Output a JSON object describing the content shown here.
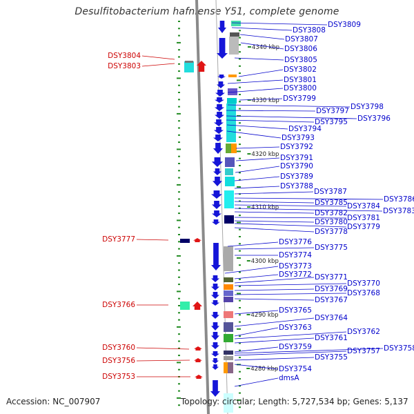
{
  "title": "Desulfitobacterium hafniense Y51, complete genome",
  "footer": {
    "accession": "Accession: NC_007907",
    "summary": "Topology: circular; Length: 5,727,534 bp; Genes: 5,137"
  },
  "colors": {
    "forward_gene": "#1515d8",
    "reverse_gene": "#e01515",
    "forward_label": "#0000cc",
    "reverse_label": "#cc0000",
    "axis": "#8a8a8a",
    "tick": "#228b22"
  },
  "scale_labels": [
    "4340 kbp",
    "4330 kbp",
    "4320 kbp",
    "4310 kbp",
    "4300 kbp",
    "4290 kbp",
    "4280 kbp"
  ],
  "forward_genes": [
    "DSY3809",
    "DSY3808",
    "DSY3807",
    "DSY3806",
    "DSY3805",
    "DSY3802",
    "DSY3801",
    "DSY3800",
    "DSY3799",
    "DSY3798",
    "DSY3797",
    "DSY3796",
    "DSY3795",
    "DSY3794",
    "DSY3793",
    "DSY3792",
    "DSY3791",
    "DSY3790",
    "DSY3789",
    "DSY3788",
    "DSY3787",
    "DSY3786",
    "DSY3785",
    "DSY3784",
    "DSY3783",
    "DSY3782",
    "DSY3781",
    "DSY3780",
    "DSY3779",
    "DSY3778",
    "DSY3776",
    "DSY3775",
    "DSY3774",
    "DSY3773",
    "DSY3772",
    "DSY3771",
    "DSY3770",
    "DSY3769",
    "DSY3768",
    "DSY3767",
    "DSY3765",
    "DSY3764",
    "DSY3763",
    "DSY3762",
    "DSY3761",
    "DSY3759",
    "DSY3758",
    "DSY3757",
    "DSY3755",
    "DSY3754",
    "dmsA"
  ],
  "reverse_genes": [
    "DSY3804",
    "DSY3803",
    "DSY3777",
    "DSY3766",
    "DSY3760",
    "DSY3756",
    "DSY3753"
  ]
}
